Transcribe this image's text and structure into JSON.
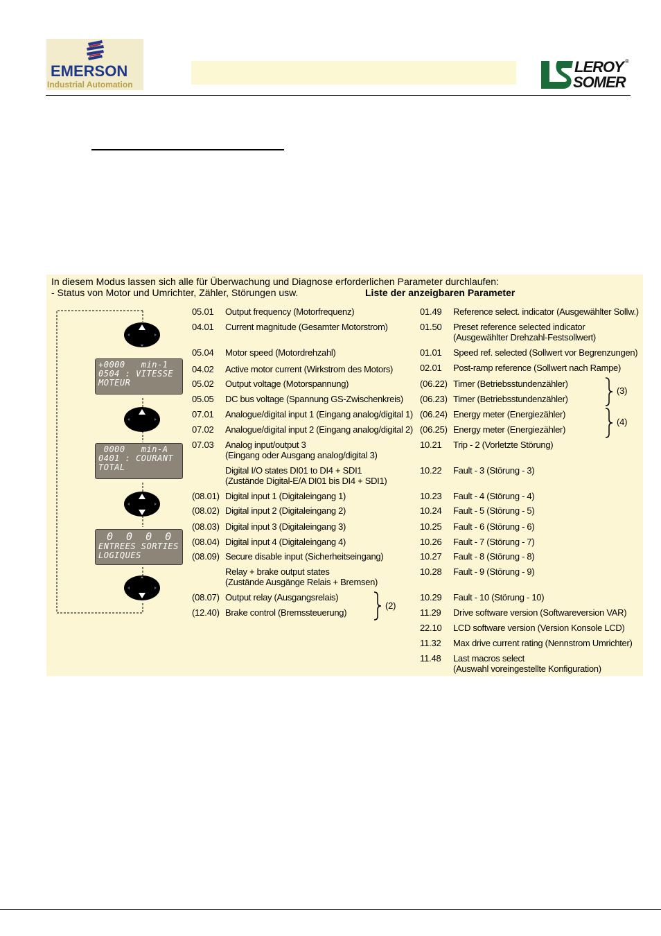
{
  "header": {
    "emerson_logo": {
      "name": "EMERSON",
      "subtitle": "Industrial Automation"
    },
    "leroy_logo": {
      "line1": "LEROY",
      "line2": "SOMER",
      "registered": "®"
    }
  },
  "intro": {
    "line1": "In diesem Modus lassen sich alle für Überwachung und Diagnose erforderlichen Parameter durchlaufen:",
    "line2": "- Status von Motor und Umrichter, Zähler, Störungen usw.",
    "list_title": "Liste der anzeigbaren Parameter"
  },
  "displays": [
    {
      "line1": "+0000   min-1",
      "line2": "0504 : VITESSE",
      "line3": "MOTEUR"
    },
    {
      "line1": " 0000   min-A",
      "line2": "0401 : COURANT",
      "line3": "TOTAL"
    },
    {
      "line1": "0 0 0 0",
      "line2": "ENTREES SORTIES",
      "line3": "LOGIQUES"
    }
  ],
  "left_params": [
    {
      "code": "05.01",
      "desc": "Output frequency (Motorfrequenz)"
    },
    {
      "code": "04.01",
      "desc": "Current magnitude (Gesamter Motorstrom)"
    },
    {
      "code": "05.04",
      "desc": "Motor speed (Motordrehzahl)"
    },
    {
      "code": "04.02",
      "desc": "Active motor current (Wirkstrom des Motors)"
    },
    {
      "code": "05.02",
      "desc": "Output voltage (Motorspannung)"
    },
    {
      "code": "05.05",
      "desc": "DC bus voltage (Spannung GS-Zwischenkreis)"
    },
    {
      "code": "07.01",
      "desc": "Analogue/digital input 1 (Eingang analog/digital 1)"
    },
    {
      "code": "07.02",
      "desc": "Analogue/digital input 2 (Eingang analog/digital 2)"
    },
    {
      "code": "07.03",
      "desc": "Analog input/output 3",
      "desc2": "(Eingang oder Ausgang analog/digital 3)"
    },
    {
      "code": "",
      "desc": "Digital I/O states DI01 to DI4 + SDI1",
      "desc2": "(Zustände Digital-E/A DI01 bis DI4 + SDI1)"
    },
    {
      "code": "(08.01)",
      "desc": "Digital input 1 (Digitaleingang 1)"
    },
    {
      "code": "(08.02)",
      "desc": "Digital input 2 (Digitaleingang 2)"
    },
    {
      "code": "(08.03)",
      "desc": "Digital input 3 (Digitaleingang 3)"
    },
    {
      "code": "(08.04)",
      "desc": "Digital input 4 (Digitaleingang 4)"
    },
    {
      "code": "(08.09)",
      "desc": "Secure disable input (Sicherheitseingang)"
    },
    {
      "code": "",
      "desc": "Relay + brake output states",
      "desc2": "(Zustände Ausgänge Relais + Bremsen)"
    },
    {
      "code": "(08.07)",
      "desc": "Output relay (Ausgangsrelais)"
    },
    {
      "code": "(12.40)",
      "desc": "Brake control (Bremssteuerung)"
    }
  ],
  "right_params": [
    {
      "code": "01.49",
      "desc": "Reference select. indicator (Ausgewählter Sollw.)"
    },
    {
      "code": "01.50",
      "desc": "Preset reference selected indicator",
      "desc2": "(Ausgewählter Drehzahl-Festsollwert)"
    },
    {
      "code": "01.01",
      "desc": "Speed ref. selected (Sollwert vor Begrenzungen)"
    },
    {
      "code": "02.01",
      "desc": "Post-ramp reference (Sollwert nach Rampe)"
    },
    {
      "code": "(06.22)",
      "desc": "Timer (Betriebsstundenzähler)"
    },
    {
      "code": "(06.23)",
      "desc": "Timer (Betriebsstundenzähler)"
    },
    {
      "code": "(06.24)",
      "desc": "Energy meter (Energiezähler)"
    },
    {
      "code": "(06.25)",
      "desc": "Energy meter (Energiezähler)"
    },
    {
      "code": "10.21",
      "desc": "Trip - 2 (Vorletzte Störung)"
    },
    {
      "code": "10.22",
      "desc": "Fault - 3 (Störung - 3)"
    },
    {
      "code": "10.23",
      "desc": "Fault - 4 (Störung - 4)"
    },
    {
      "code": "10.24",
      "desc": "Fault - 5 (Störung - 5)"
    },
    {
      "code": "10.25",
      "desc": "Fault - 6 (Störung - 6)"
    },
    {
      "code": "10.26",
      "desc": "Fault - 7 (Störung - 7)"
    },
    {
      "code": "10.27",
      "desc": "Fault - 8 (Störung - 8)"
    },
    {
      "code": "10.28",
      "desc": "Fault - 9 (Störung - 9)"
    },
    {
      "code": "10.29",
      "desc": "Fault - 10 (Störung - 10)"
    },
    {
      "code": "11.29",
      "desc": "Drive software version (Softwareversion VAR)"
    },
    {
      "code": "22.10",
      "desc": "LCD software version (Version Konsole LCD)"
    },
    {
      "code": "11.32",
      "desc": "Max drive current rating (Nennstrom Umrichter)"
    },
    {
      "code": "11.48",
      "desc": "Last macros select",
      "desc2": "(Auswahl voreingestellte Konfiguration)"
    }
  ],
  "braces": {
    "relay_note": "(2)",
    "timer_note": "(3)",
    "energy_note": "(4)"
  },
  "icons": [
    "emerson-logo-icon",
    "leroy-somer-logo-icon",
    "navigation-keypad-icon",
    "curly-brace-icon"
  ]
}
